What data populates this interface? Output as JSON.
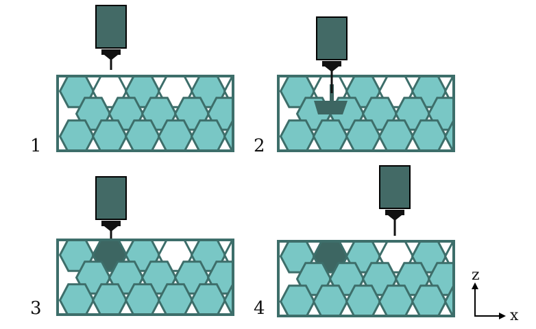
{
  "colors": {
    "frame": "#3d6e6a",
    "hex_fill": "#79c7c5",
    "hex_dark": "#3d6662",
    "empty": "#ffffff",
    "nozzle_body": "#436a66",
    "nozzle_tip": "#111111",
    "axis": "#000000"
  },
  "panels": [
    {
      "label": "1",
      "filled": [
        "r1c1",
        "r1c3",
        "r1c5",
        "r2c1",
        "r2c2",
        "r2c3",
        "r2c4",
        "r2c5",
        "r3c1",
        "r3c2",
        "r3c3",
        "r3c4",
        "r3c5",
        "r3c6"
      ],
      "dark": [],
      "partial": false
    },
    {
      "label": "2",
      "filled": [
        "r1c1",
        "r1c3",
        "r1c5",
        "r2c1",
        "r2c2",
        "r2c3",
        "r2c4",
        "r2c5",
        "r3c1",
        "r3c2",
        "r3c3",
        "r3c4",
        "r3c5",
        "r3c6"
      ],
      "dark": [],
      "partial": true
    },
    {
      "label": "3",
      "filled": [
        "r1c1",
        "r1c3",
        "r1c5",
        "r2c1",
        "r2c2",
        "r2c3",
        "r2c4",
        "r2c5",
        "r3c1",
        "r3c2",
        "r3c3",
        "r3c4",
        "r3c5",
        "r3c6"
      ],
      "dark": [
        "r1c2"
      ],
      "partial": false
    },
    {
      "label": "4",
      "filled": [
        "r1c1",
        "r1c3",
        "r1c5",
        "r2c1",
        "r2c2",
        "r2c3",
        "r2c4",
        "r2c5",
        "r3c1",
        "r3c2",
        "r3c3",
        "r3c4",
        "r3c5",
        "r3c6"
      ],
      "dark": [
        "r1c2"
      ],
      "partial": false
    }
  ],
  "axes": {
    "z_label": "z",
    "x_label": "x"
  }
}
